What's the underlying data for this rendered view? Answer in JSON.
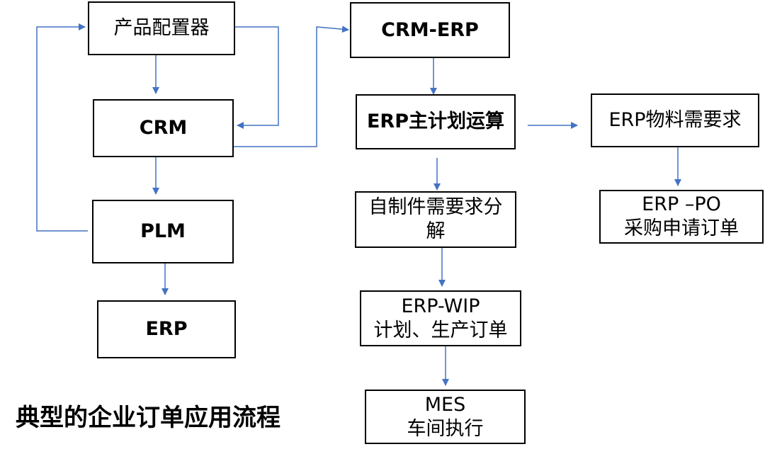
{
  "nodes": {
    "configurator": "产品配置器",
    "crm": "CRM",
    "plm": "PLM",
    "erp": "ERP",
    "crm_erp": "CRM-ERP",
    "erp_mps": "ERP主计划运算",
    "erp_mrp": "ERP物料需要求",
    "self_made_line1": "自制件需要求分",
    "self_made_line2": "解",
    "erp_po_line1": "ERP –PO",
    "erp_po_line2": "采购申请订单",
    "erp_wip_line1": "ERP-WIP",
    "erp_wip_line2": "计划、生产订单",
    "mes_line1": "MES",
    "mes_line2": "车间执行"
  },
  "title": "典型的企业订单应用流程",
  "colors": {
    "connector": "#4472C4",
    "box_border": "#000000"
  }
}
